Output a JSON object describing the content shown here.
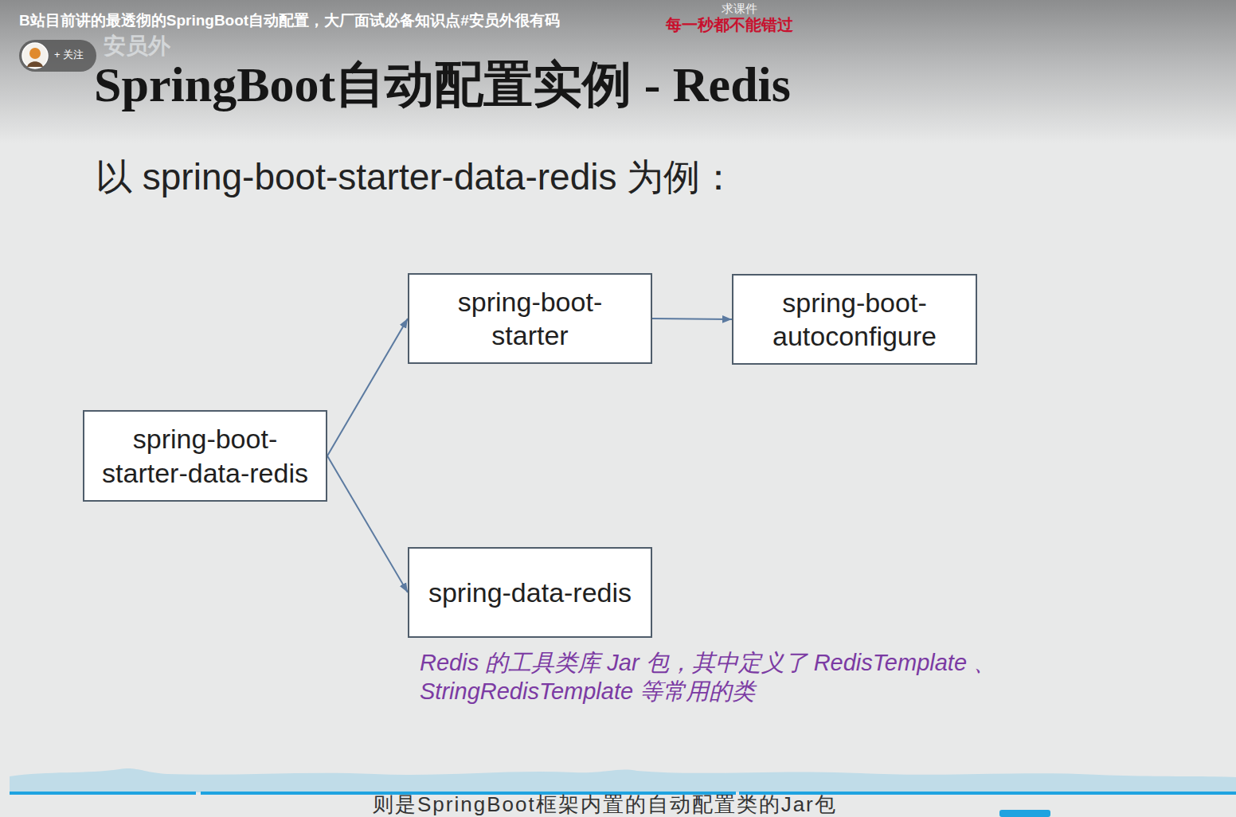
{
  "diagram": {
    "title": "SpringBoot自动配置实例 - Redis",
    "nodes": [
      {
        "text": [
          "spring-boot- starter"
        ]
      },
      {
        "text": [
          "spring-boot- autoconfigure"
        ]
      },
      {
        "text": [
          "spring-boot- starter-data-redis"
        ]
      },
      {
        "text": [
          "spring-data-redis"
        ]
      }
    ],
    "edges": [
      {
        "from": 2,
        "to": 0,
        "arrow": "to"
      },
      {
        "from": 0,
        "to": 1,
        "arrow": "to"
      },
      {
        "from": 2,
        "to": 3,
        "arrow": "to"
      }
    ],
    "labels": [
      "B站目前讲的最透彻的SpringBoot自动配置，大厂面试必备知识点#安员外很有码",
      "+ 关注",
      "求课件",
      "每一秒都不能错过",
      "安员外",
      "以 spring-boot-starter-data-redis 为例：",
      "Redis 的工具类库 Jar 包，其中定义了 RedisTemplate 、 StringRedisTemplate 等常用的类",
      "则是SpringBoot框架内置的自动配置类的Jar包"
    ]
  }
}
